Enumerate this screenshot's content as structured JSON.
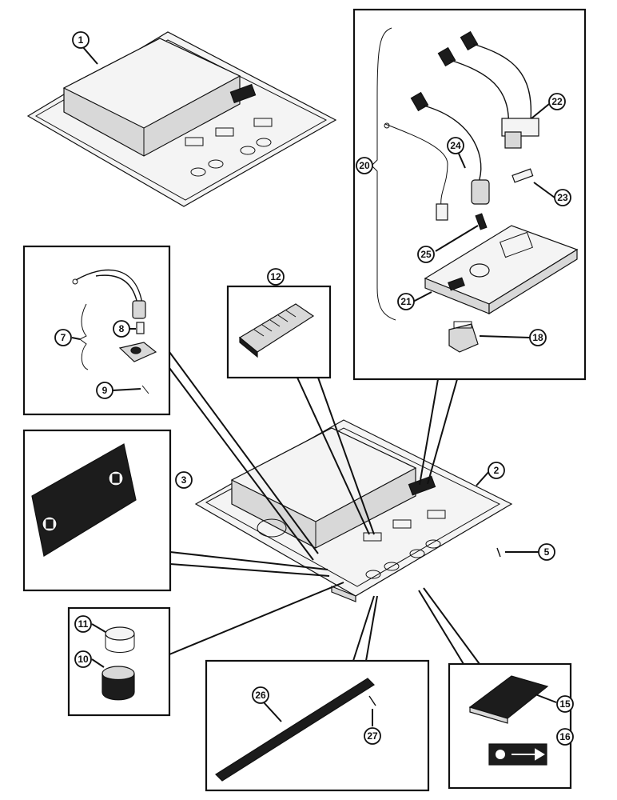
{
  "callouts": [
    "1",
    "2",
    "3",
    "5",
    "7",
    "8",
    "9",
    "10",
    "11",
    "12",
    "15",
    "16",
    "18",
    "20",
    "21",
    "22",
    "23",
    "24",
    "25",
    "26",
    "27"
  ]
}
